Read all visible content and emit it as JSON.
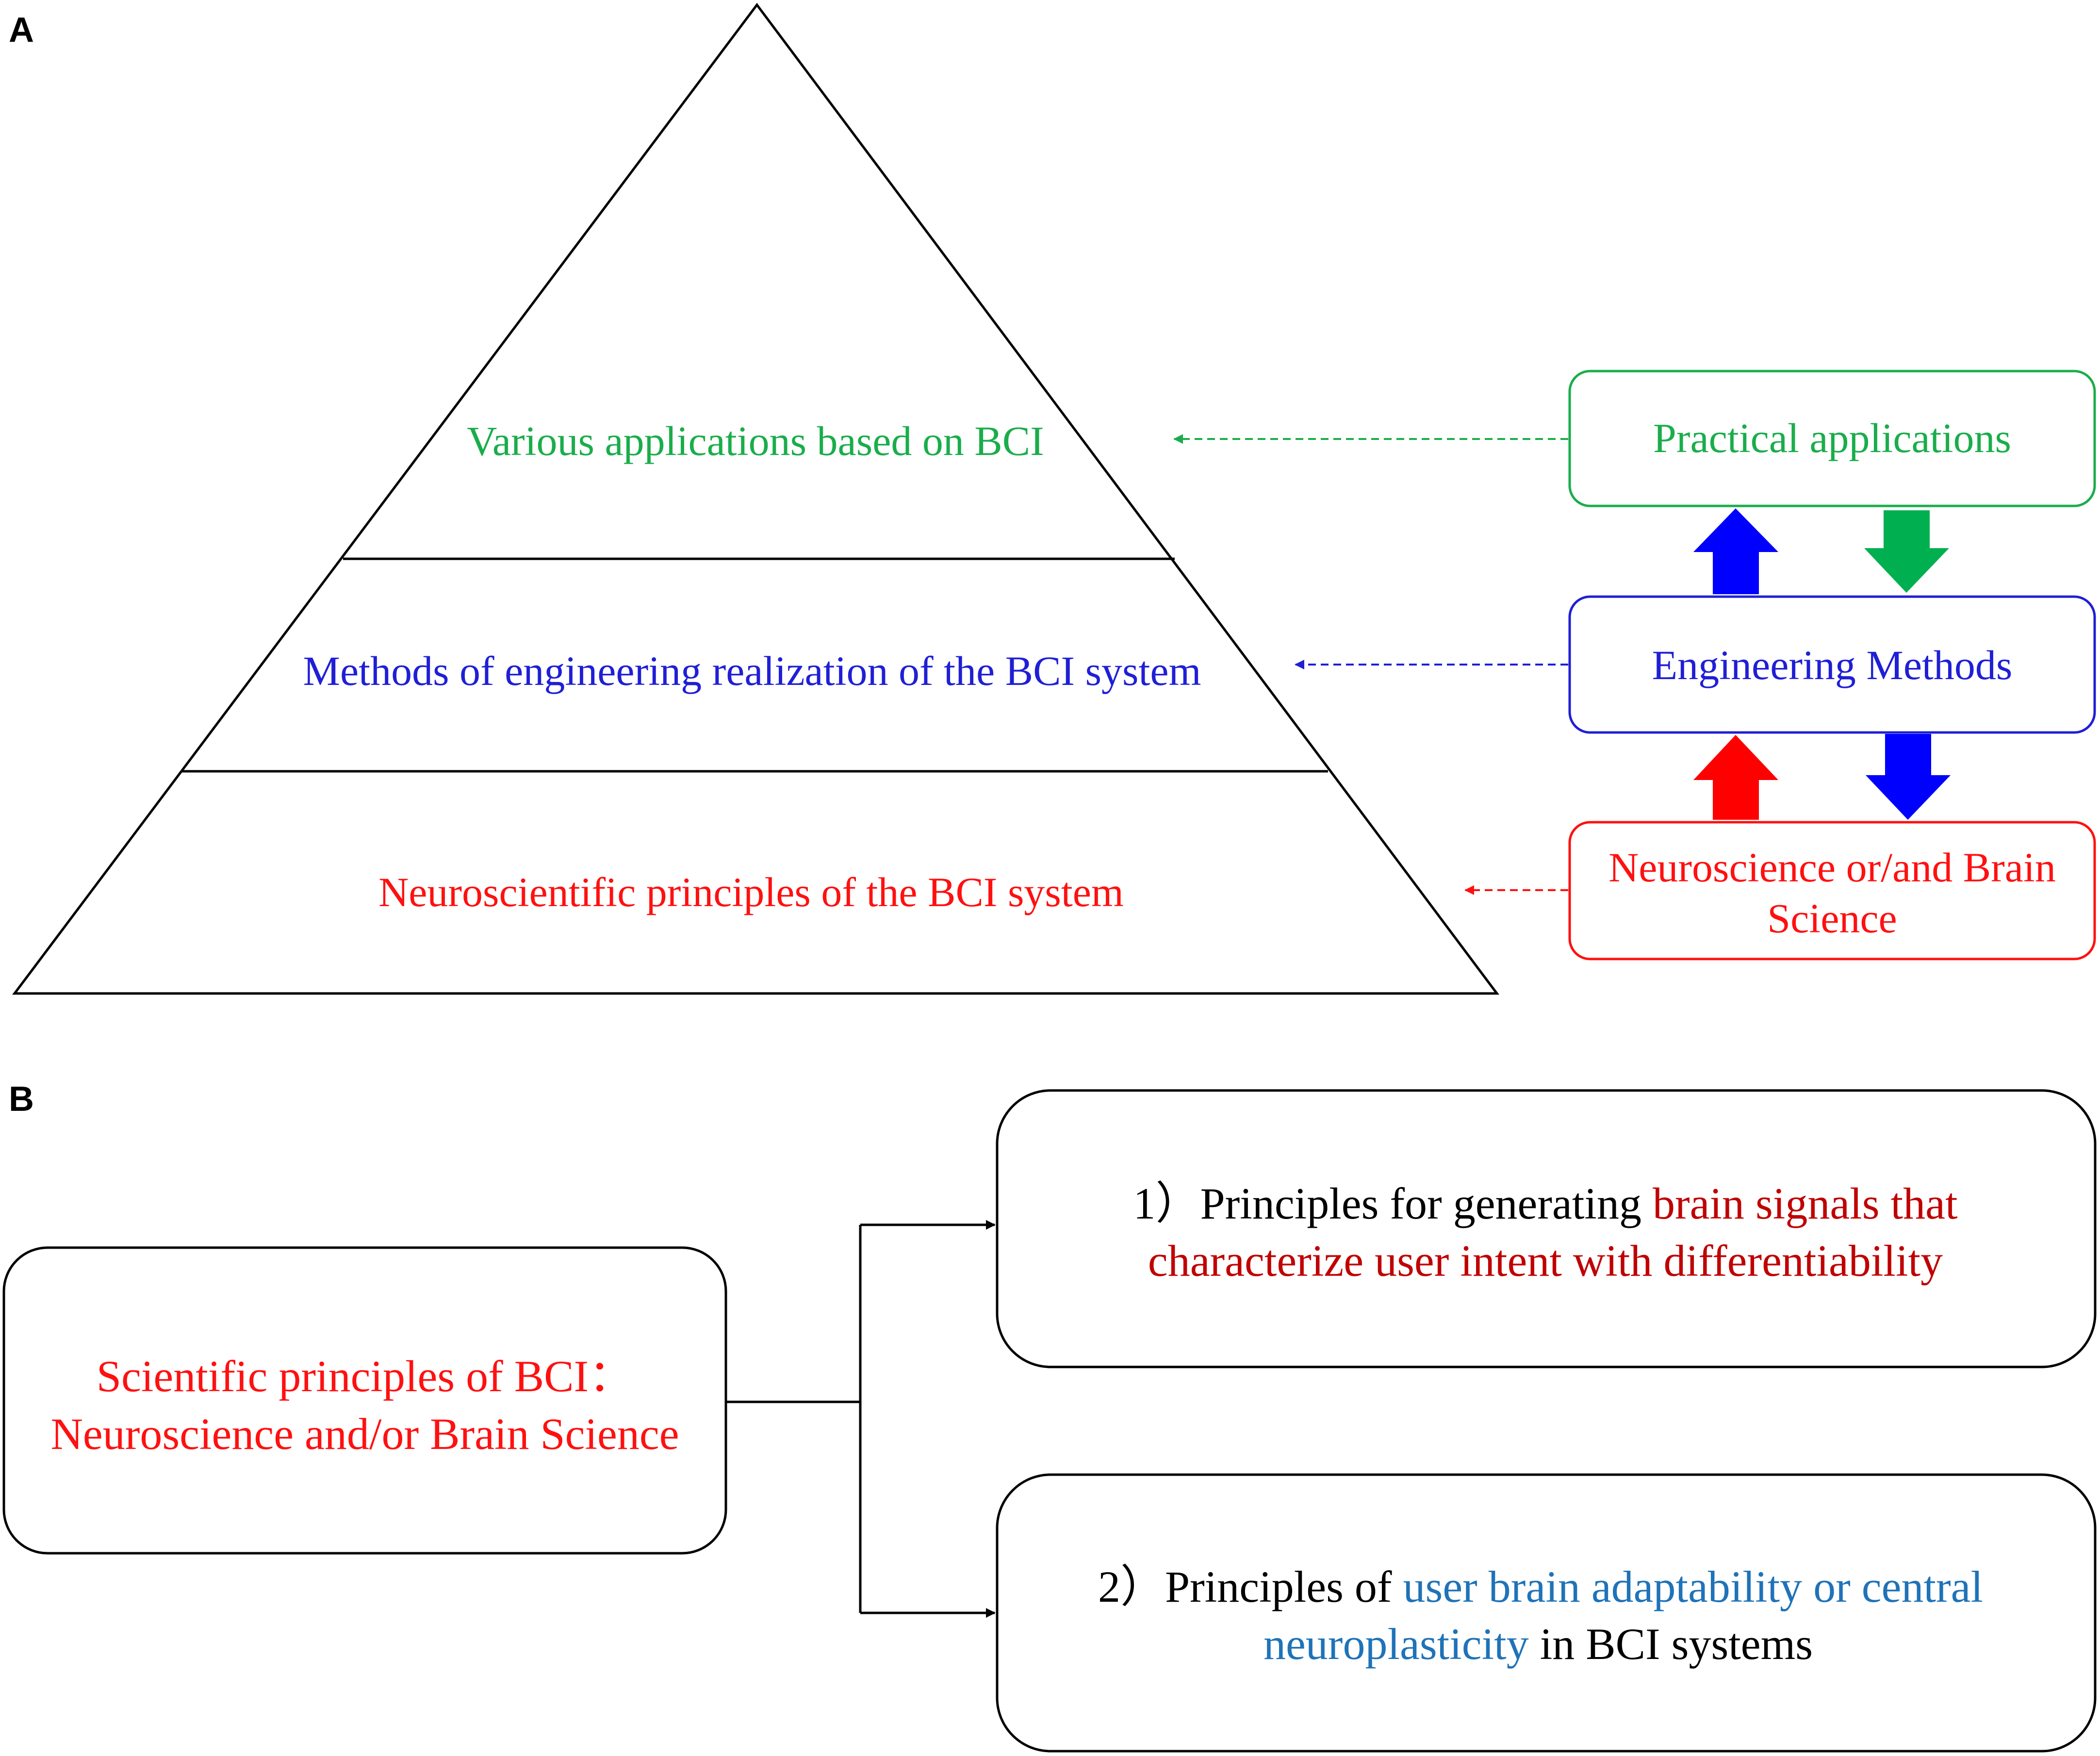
{
  "colors": {
    "green": "#1aad4b",
    "blue": "#1f1fd6",
    "red": "#ff1010",
    "dark_red": "#c00000",
    "steel_blue": "#1f73b8",
    "arrow_blue": "#0000ff",
    "arrow_green": "#00b050",
    "arrow_red": "#ff0000",
    "black": "#000000"
  },
  "panel_a": {
    "label": "A",
    "pyramid": {
      "top_layer": "Various applications based on BCI",
      "middle_layer": "Methods of engineering realization of the BCI system",
      "bottom_layer": "Neuroscientific principles of the BCI system"
    },
    "boxes": {
      "practical": "Practical applications",
      "engineering": "Engineering Methods",
      "neuroscience_line1": "Neuroscience or/and Brain",
      "neuroscience_line2": "Science"
    },
    "icons": [
      "up-arrow-icon",
      "down-arrow-icon",
      "dashed-arrow-icon"
    ]
  },
  "panel_b": {
    "label": "B",
    "source_box": {
      "line1": "Scientific principles of BCI：",
      "line2": "Neuroscience and/or Brain Science"
    },
    "principle1": {
      "prefix": "1）Principles for generating ",
      "highlight_a": "brain signals that",
      "highlight_b": "characterize user intent with differentiability"
    },
    "principle2": {
      "prefix": "2）Principles of ",
      "highlight_a": "user brain adaptability or central",
      "highlight_b": "neuroplasticity",
      "suffix": " in BCI systems"
    }
  }
}
